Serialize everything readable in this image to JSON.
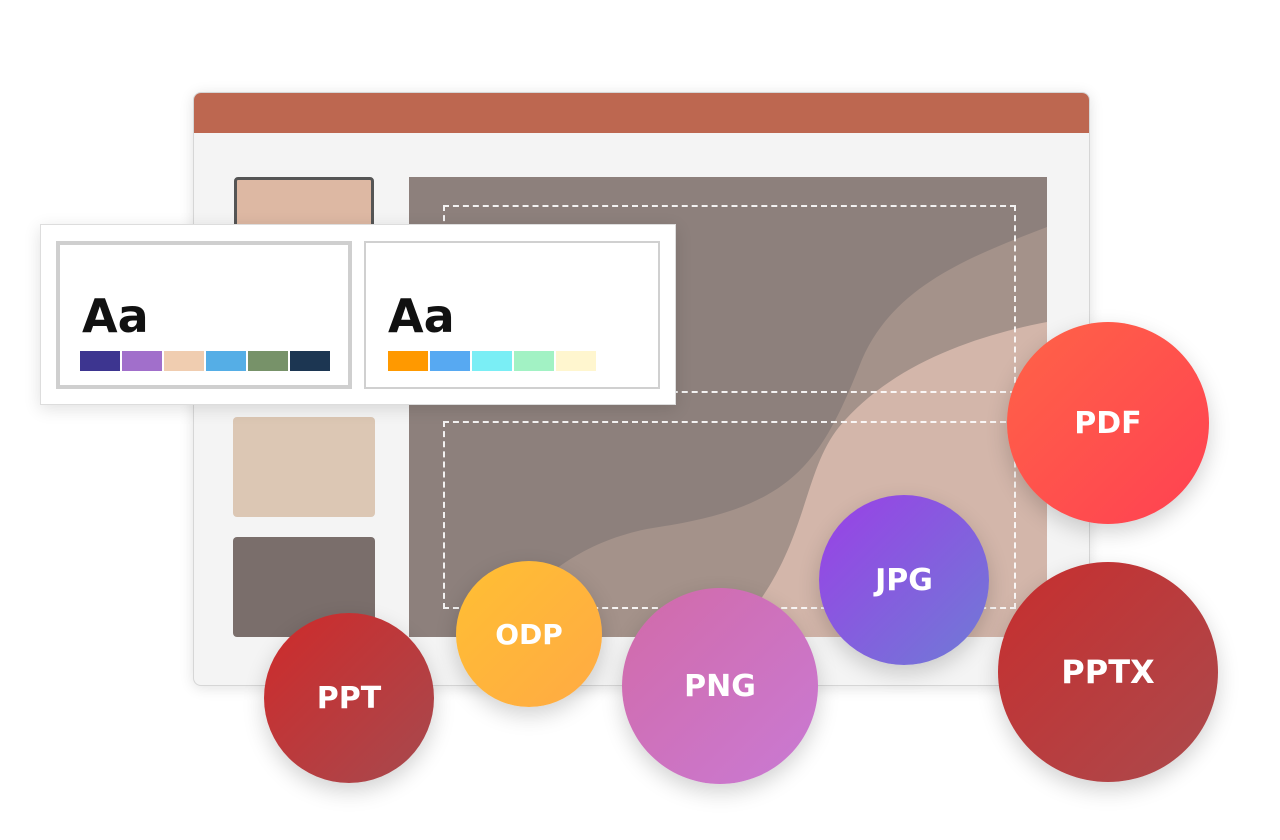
{
  "theme_picker": {
    "themes": [
      {
        "sample_text": "Aa",
        "swatches": [
          "#3d3590",
          "#a16fcb",
          "#f0cdb0",
          "#55aee6",
          "#779269",
          "#1c3652"
        ]
      },
      {
        "sample_text": "Aa",
        "swatches": [
          "#ff9900",
          "#57a9f2",
          "#7aeef5",
          "#a2f2c4",
          "#fff6cf"
        ]
      }
    ]
  },
  "formats": [
    {
      "label": "PDF",
      "colors": [
        "#ff6347",
        "#ff4152"
      ]
    },
    {
      "label": "JPG",
      "colors": [
        "#9a40e6",
        "#6f7bd6"
      ]
    },
    {
      "label": "PPTX",
      "colors": [
        "#c72e2e",
        "#ab4a4d"
      ]
    },
    {
      "label": "ODP",
      "colors": [
        "#ffbf33",
        "#ffaa44"
      ]
    },
    {
      "label": "PNG",
      "colors": [
        "#d26aa8",
        "#c97ad4"
      ]
    },
    {
      "label": "PPT",
      "colors": [
        "#cf2a2a",
        "#a64a4f"
      ]
    }
  ],
  "colors": {
    "titlebar": "#bd6750",
    "window_bg": "#f4f4f4",
    "canvas_bg": "#8d807c"
  }
}
